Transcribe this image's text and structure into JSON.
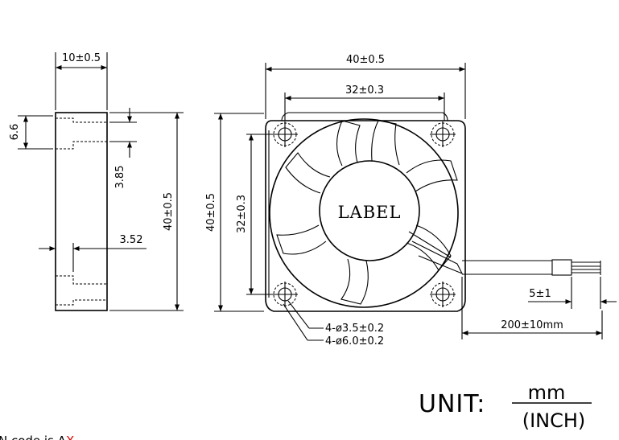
{
  "dims": {
    "side_width": "10±0.5",
    "side_height": "6.6",
    "side_rib": "3.85",
    "side_hole": "3.52",
    "side_total": "40±0.5",
    "front_width": "40±0.5",
    "front_hole_pitch": "32±0.3",
    "front_height": "40±0.5",
    "front_vertical_pitch": "32±0.3",
    "wire_strip": "5±1",
    "wire_length": "200±10mm",
    "hole_small": "4-ø3.5±0.2",
    "hole_large": "4-ø6.0±0.2"
  },
  "label": "LABEL",
  "unit": {
    "prefix": "UNIT:",
    "numerator": "mm",
    "denominator": "(INCH)"
  },
  "note": {
    "text": "N code is A",
    "mark": "X",
    "mark_color": "#e00000"
  }
}
